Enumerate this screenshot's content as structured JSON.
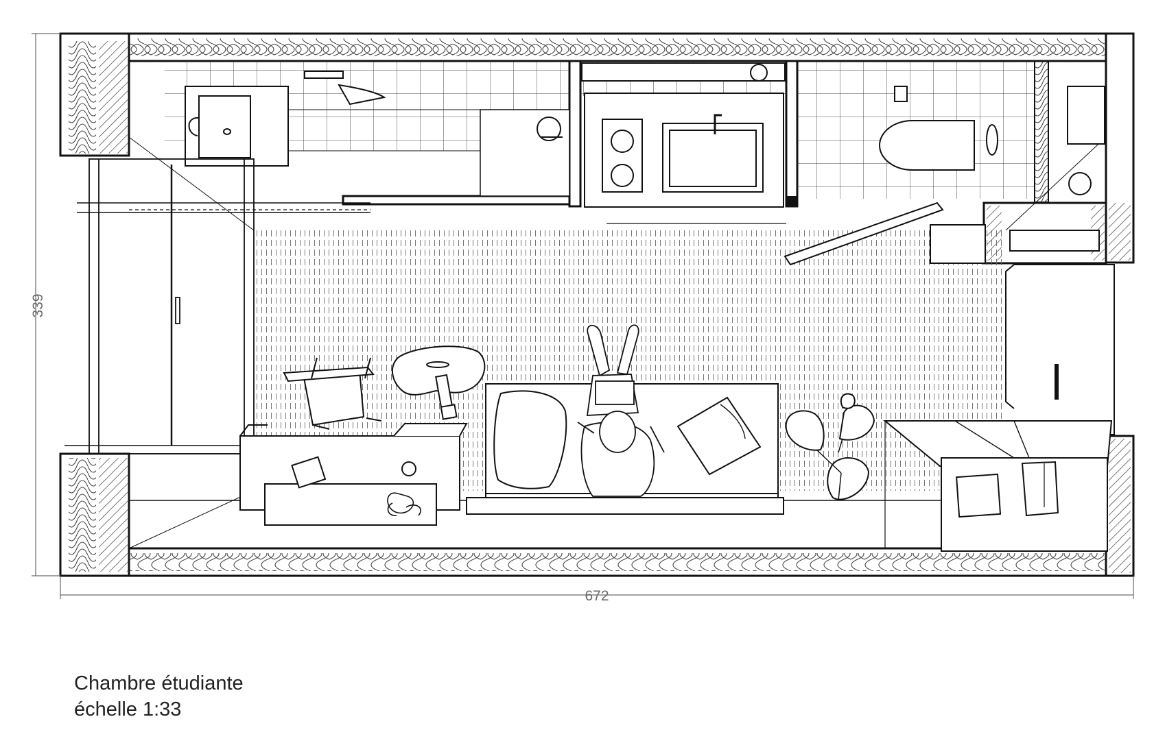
{
  "plan": {
    "dimensions": {
      "height_label": "339",
      "width_label": "672"
    }
  },
  "caption": {
    "title": "Chambre étudiante",
    "scale": "échelle 1:33"
  },
  "colors": {
    "line": "#111111",
    "dimension": "#6a6a6a",
    "hatch": "#3a3a3a",
    "background": "#ffffff"
  }
}
